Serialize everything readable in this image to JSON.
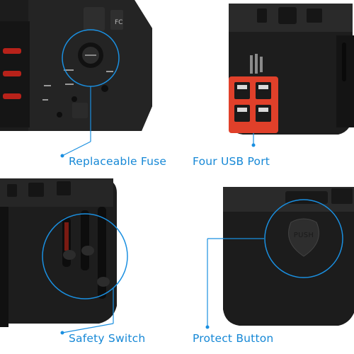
{
  "panels": [
    {
      "caption": "Replaceable Fuse",
      "icon": "fuse-closeup-photo"
    },
    {
      "caption": "Four USB Port",
      "icon": "usb-ports-closeup-photo"
    },
    {
      "caption": "Safety Switch",
      "icon": "safety-switch-closeup-photo"
    },
    {
      "caption": "Protect Button",
      "icon": "push-button-closeup-photo",
      "button_label": "PUSH"
    }
  ],
  "colors": {
    "caption": "#1688d6",
    "callout": "#1a8fe0",
    "usb_port": "#e0402a",
    "body": "#1b1b1b"
  }
}
